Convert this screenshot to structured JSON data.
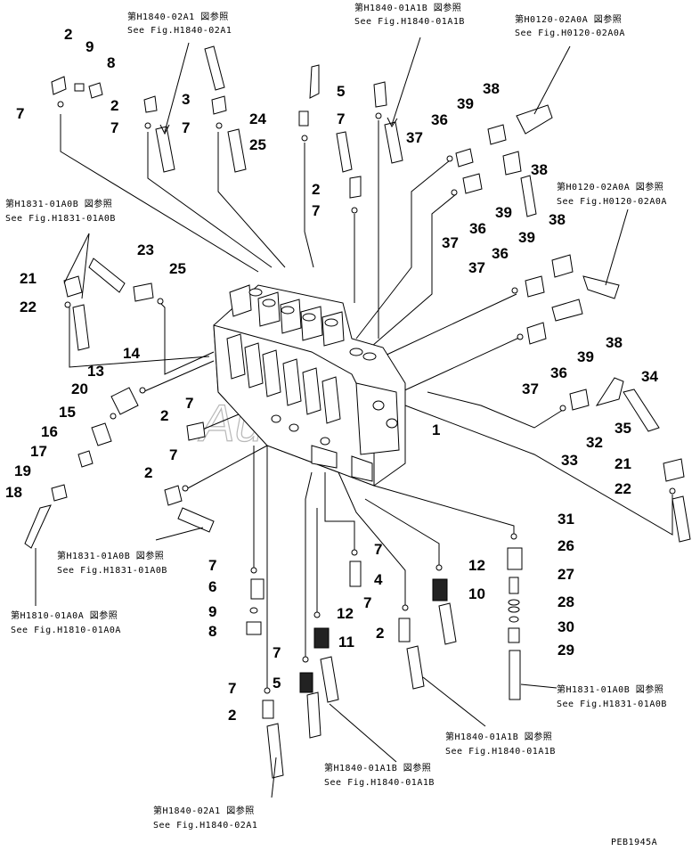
{
  "watermark": "AutoSoft",
  "drawing_number": "PEB1945A",
  "callouts": [
    "2",
    "9",
    "8",
    "7",
    "2",
    "7",
    "3",
    "7",
    "24",
    "25",
    "5",
    "7",
    "2",
    "7",
    "38",
    "39",
    "36",
    "37",
    "38",
    "39",
    "36",
    "37",
    "38",
    "39",
    "36",
    "37",
    "21",
    "22",
    "23",
    "25",
    "38",
    "39",
    "36",
    "37",
    "34",
    "35",
    "32",
    "33",
    "21",
    "22",
    "14",
    "13",
    "20",
    "15",
    "16",
    "17",
    "19",
    "18",
    "7",
    "2",
    "7",
    "2",
    "1",
    "7",
    "6",
    "9",
    "8",
    "7",
    "2",
    "7",
    "5",
    "12",
    "11",
    "7",
    "4",
    "7",
    "2",
    "12",
    "10",
    "31",
    "26",
    "27",
    "28",
    "30",
    "29"
  ],
  "refs": [
    {
      "jp": "第H1840-02A1 図参照",
      "en": "See Fig.H1840-02A1"
    },
    {
      "jp": "第H1840-01A1B 図参照",
      "en": "See Fig.H1840-01A1B"
    },
    {
      "jp": "第H0120-02A0A 図参照",
      "en": "See Fig.H0120-02A0A"
    },
    {
      "jp": "第H1831-01A0B 図参照",
      "en": "See Fig.H1831-01A0B"
    },
    {
      "jp": "第H0120-02A0A 図参照",
      "en": "See Fig.H0120-02A0A"
    },
    {
      "jp": "第H1831-01A0B 図参照",
      "en": "See Fig.H1831-01A0B"
    },
    {
      "jp": "第H1810-01A0A 図参照",
      "en": "See Fig.H1810-01A0A"
    },
    {
      "jp": "第H1831-01A0B 図参照",
      "en": "See Fig.H1831-01A0B"
    },
    {
      "jp": "第H1840-01A1B 図参照",
      "en": "See Fig.H1840-01A1B"
    },
    {
      "jp": "第H1840-01A1B 図参照",
      "en": "See Fig.H1840-01A1B"
    },
    {
      "jp": "第H1840-02A1 図参照",
      "en": "See Fig.H1840-02A1"
    }
  ]
}
